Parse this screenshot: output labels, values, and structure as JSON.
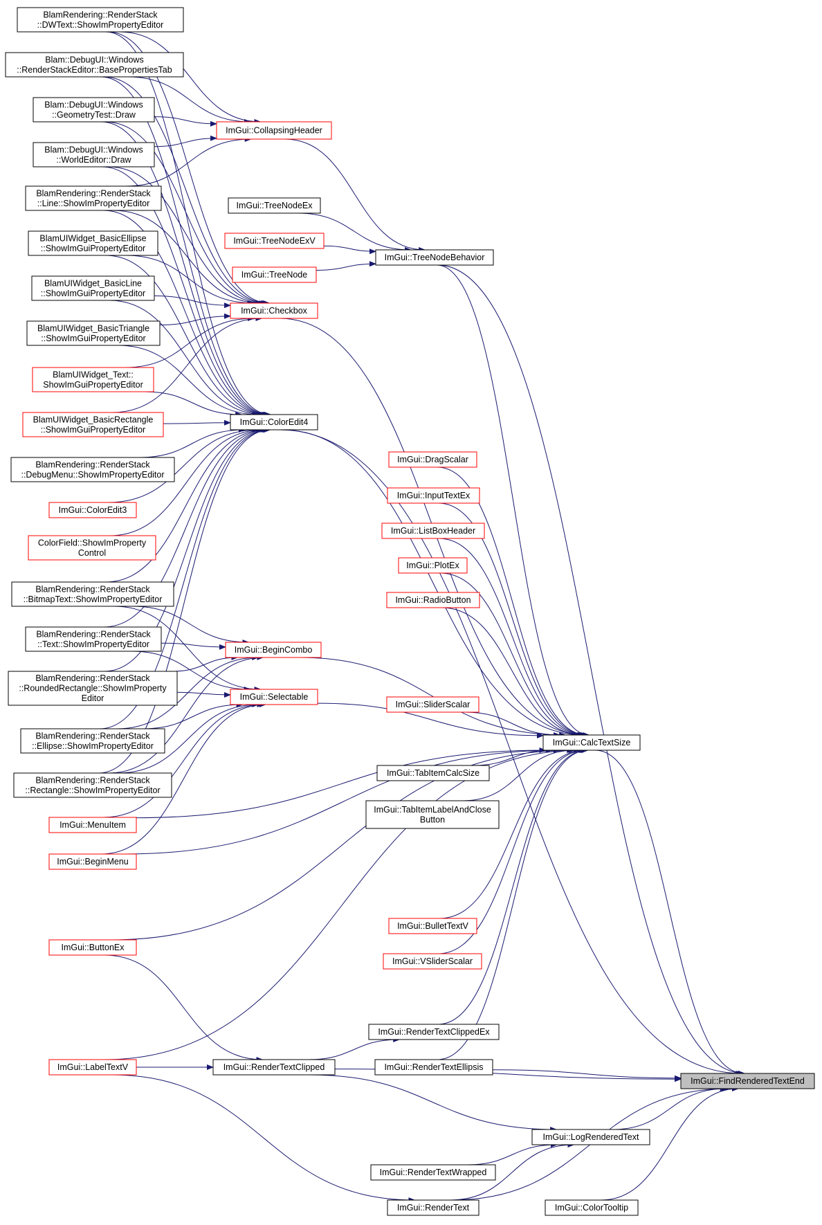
{
  "diagram": {
    "colors": {
      "edge": "#191970",
      "border_normal": "#000000",
      "border_red": "#ff0000",
      "fill": "#ffffff",
      "fill_selected": "#bfbfbf"
    },
    "nodes": [
      {
        "id": "n1",
        "lines": [
          "BlamRendering::RenderStack",
          "::DWText::ShowImPropertyEditor"
        ],
        "border": "black"
      },
      {
        "id": "n2",
        "lines": [
          "Blam::DebugUI::Windows",
          "::RenderStackEditor::BasePropertiesTab"
        ],
        "border": "black"
      },
      {
        "id": "n3",
        "lines": [
          "Blam::DebugUI::Windows",
          "::GeometryTest::Draw"
        ],
        "border": "black"
      },
      {
        "id": "n4",
        "lines": [
          "Blam::DebugUI::Windows",
          "::WorldEditor::Draw"
        ],
        "border": "black"
      },
      {
        "id": "n5",
        "lines": [
          "BlamRendering::RenderStack",
          "::Line::ShowImPropertyEditor"
        ],
        "border": "black"
      },
      {
        "id": "n6",
        "lines": [
          "BlamUIWidget_BasicEllipse",
          "::ShowImGuiPropertyEditor"
        ],
        "border": "black"
      },
      {
        "id": "n7",
        "lines": [
          "BlamUIWidget_BasicLine",
          "::ShowImGuiPropertyEditor"
        ],
        "border": "black"
      },
      {
        "id": "n8",
        "lines": [
          "BlamUIWidget_BasicTriangle",
          "::ShowImGuiPropertyEditor"
        ],
        "border": "black"
      },
      {
        "id": "n9",
        "lines": [
          "BlamUIWidget_Text::",
          "ShowImGuiPropertyEditor"
        ],
        "border": "red"
      },
      {
        "id": "n10",
        "lines": [
          "BlamUIWidget_BasicRectangle",
          "::ShowImGuiPropertyEditor"
        ],
        "border": "red"
      },
      {
        "id": "n11",
        "lines": [
          "BlamRendering::RenderStack",
          "::DebugMenu::ShowImPropertyEditor"
        ],
        "border": "black"
      },
      {
        "id": "n12",
        "lines": [
          "ImGui::ColorEdit3"
        ],
        "border": "red"
      },
      {
        "id": "n13",
        "lines": [
          "ColorField::ShowImProperty",
          "Control"
        ],
        "border": "red"
      },
      {
        "id": "n14",
        "lines": [
          "BlamRendering::RenderStack",
          "::BitmapText::ShowImPropertyEditor"
        ],
        "border": "black"
      },
      {
        "id": "n15",
        "lines": [
          "BlamRendering::RenderStack",
          "::Text::ShowImPropertyEditor"
        ],
        "border": "black"
      },
      {
        "id": "n16",
        "lines": [
          "BlamRendering::RenderStack",
          "::RoundedRectangle::ShowImProperty",
          "Editor"
        ],
        "border": "black"
      },
      {
        "id": "n17",
        "lines": [
          "BlamRendering::RenderStack",
          "::Ellipse::ShowImPropertyEditor"
        ],
        "border": "black"
      },
      {
        "id": "n18",
        "lines": [
          "BlamRendering::RenderStack",
          "::Rectangle::ShowImPropertyEditor"
        ],
        "border": "black"
      },
      {
        "id": "n19",
        "lines": [
          "ImGui::MenuItem"
        ],
        "border": "red"
      },
      {
        "id": "n20",
        "lines": [
          "ImGui::BeginMenu"
        ],
        "border": "red"
      },
      {
        "id": "n21",
        "lines": [
          "ImGui::ButtonEx"
        ],
        "border": "red"
      },
      {
        "id": "n22",
        "lines": [
          "ImGui::LabelTextV"
        ],
        "border": "red"
      },
      {
        "id": "n23",
        "lines": [
          "ImGui::CollapsingHeader"
        ],
        "border": "red"
      },
      {
        "id": "n24",
        "lines": [
          "ImGui::TreeNodeEx"
        ],
        "border": "black"
      },
      {
        "id": "n25",
        "lines": [
          "ImGui::TreeNodeExV"
        ],
        "border": "red"
      },
      {
        "id": "n26",
        "lines": [
          "ImGui::TreeNode"
        ],
        "border": "red"
      },
      {
        "id": "n27",
        "lines": [
          "ImGui::TreeNodeBehavior"
        ],
        "border": "black"
      },
      {
        "id": "n28",
        "lines": [
          "ImGui::Checkbox"
        ],
        "border": "red"
      },
      {
        "id": "n29",
        "lines": [
          "ImGui::ColorEdit4"
        ],
        "border": "black"
      },
      {
        "id": "n30",
        "lines": [
          "ImGui::BeginCombo"
        ],
        "border": "red"
      },
      {
        "id": "n31",
        "lines": [
          "ImGui::Selectable"
        ],
        "border": "red"
      },
      {
        "id": "n32",
        "lines": [
          "ImGui::RenderTextClipped"
        ],
        "border": "black"
      },
      {
        "id": "n33",
        "lines": [
          "ImGui::DragScalar"
        ],
        "border": "red"
      },
      {
        "id": "n34",
        "lines": [
          "ImGui::InputTextEx"
        ],
        "border": "red"
      },
      {
        "id": "n35",
        "lines": [
          "ImGui::ListBoxHeader"
        ],
        "border": "red"
      },
      {
        "id": "n36",
        "lines": [
          "ImGui::PlotEx"
        ],
        "border": "red"
      },
      {
        "id": "n37",
        "lines": [
          "ImGui::RadioButton"
        ],
        "border": "red"
      },
      {
        "id": "n38",
        "lines": [
          "ImGui::SliderScalar"
        ],
        "border": "red"
      },
      {
        "id": "n39",
        "lines": [
          "ImGui::TabItemCalcSize"
        ],
        "border": "black"
      },
      {
        "id": "n40",
        "lines": [
          "ImGui::TabItemLabelAndClose",
          "Button"
        ],
        "border": "black"
      },
      {
        "id": "n41",
        "lines": [
          "ImGui::BulletTextV"
        ],
        "border": "red"
      },
      {
        "id": "n42",
        "lines": [
          "ImGui::VSliderScalar"
        ],
        "border": "red"
      },
      {
        "id": "n43",
        "lines": [
          "ImGui::RenderTextClippedEx"
        ],
        "border": "black"
      },
      {
        "id": "n44",
        "lines": [
          "ImGui::RenderTextEllipsis"
        ],
        "border": "black"
      },
      {
        "id": "n45",
        "lines": [
          "ImGui::RenderTextWrapped"
        ],
        "border": "black"
      },
      {
        "id": "n46",
        "lines": [
          "ImGui::RenderText"
        ],
        "border": "black"
      },
      {
        "id": "n47",
        "lines": [
          "ImGui::CalcTextSize"
        ],
        "border": "black"
      },
      {
        "id": "n48",
        "lines": [
          "ImGui::LogRenderedText"
        ],
        "border": "black"
      },
      {
        "id": "n49",
        "lines": [
          "ImGui::ColorTooltip"
        ],
        "border": "black"
      },
      {
        "id": "n50",
        "lines": [
          "ImGui::FindRenderedTextEnd"
        ],
        "border": "black",
        "selected": true
      }
    ],
    "edges": [
      [
        "n1",
        "n23"
      ],
      [
        "n1",
        "n28"
      ],
      [
        "n1",
        "n29"
      ],
      [
        "n2",
        "n23"
      ],
      [
        "n2",
        "n28"
      ],
      [
        "n2",
        "n29"
      ],
      [
        "n3",
        "n23"
      ],
      [
        "n3",
        "n28"
      ],
      [
        "n3",
        "n29"
      ],
      [
        "n4",
        "n23"
      ],
      [
        "n4",
        "n28"
      ],
      [
        "n4",
        "n29"
      ],
      [
        "n5",
        "n23"
      ],
      [
        "n5",
        "n28"
      ],
      [
        "n5",
        "n29"
      ],
      [
        "n6",
        "n28"
      ],
      [
        "n6",
        "n29"
      ],
      [
        "n7",
        "n28"
      ],
      [
        "n7",
        "n29"
      ],
      [
        "n8",
        "n28"
      ],
      [
        "n8",
        "n29"
      ],
      [
        "n9",
        "n28"
      ],
      [
        "n9",
        "n29"
      ],
      [
        "n10",
        "n28"
      ],
      [
        "n10",
        "n29"
      ],
      [
        "n11",
        "n29"
      ],
      [
        "n12",
        "n29"
      ],
      [
        "n13",
        "n29"
      ],
      [
        "n14",
        "n29"
      ],
      [
        "n14",
        "n30"
      ],
      [
        "n14",
        "n31"
      ],
      [
        "n15",
        "n29"
      ],
      [
        "n15",
        "n30"
      ],
      [
        "n15",
        "n31"
      ],
      [
        "n16",
        "n29"
      ],
      [
        "n16",
        "n30"
      ],
      [
        "n16",
        "n31"
      ],
      [
        "n17",
        "n29"
      ],
      [
        "n17",
        "n30"
      ],
      [
        "n17",
        "n31"
      ],
      [
        "n18",
        "n29"
      ],
      [
        "n18",
        "n30"
      ],
      [
        "n18",
        "n31"
      ],
      [
        "n19",
        "n31"
      ],
      [
        "n19",
        "n47"
      ],
      [
        "n20",
        "n31"
      ],
      [
        "n20",
        "n47"
      ],
      [
        "n21",
        "n47"
      ],
      [
        "n21",
        "n32"
      ],
      [
        "n22",
        "n47"
      ],
      [
        "n22",
        "n32"
      ],
      [
        "n22",
        "n46"
      ],
      [
        "n23",
        "n27"
      ],
      [
        "n24",
        "n27"
      ],
      [
        "n25",
        "n27"
      ],
      [
        "n26",
        "n27"
      ],
      [
        "n27",
        "n47"
      ],
      [
        "n27",
        "n50"
      ],
      [
        "n28",
        "n47"
      ],
      [
        "n29",
        "n47"
      ],
      [
        "n29",
        "n50"
      ],
      [
        "n30",
        "n47"
      ],
      [
        "n31",
        "n47"
      ],
      [
        "n33",
        "n47"
      ],
      [
        "n34",
        "n47"
      ],
      [
        "n35",
        "n47"
      ],
      [
        "n36",
        "n47"
      ],
      [
        "n37",
        "n47"
      ],
      [
        "n38",
        "n47"
      ],
      [
        "n39",
        "n47"
      ],
      [
        "n40",
        "n47"
      ],
      [
        "n41",
        "n47"
      ],
      [
        "n42",
        "n47"
      ],
      [
        "n43",
        "n47"
      ],
      [
        "n44",
        "n47"
      ],
      [
        "n44",
        "n50"
      ],
      [
        "n32",
        "n43"
      ],
      [
        "n32",
        "n50"
      ],
      [
        "n32",
        "n48"
      ],
      [
        "n45",
        "n48"
      ],
      [
        "n46",
        "n48"
      ],
      [
        "n46",
        "n50"
      ],
      [
        "n48",
        "n50"
      ],
      [
        "n47",
        "n50"
      ],
      [
        "n49",
        "n50"
      ]
    ]
  }
}
